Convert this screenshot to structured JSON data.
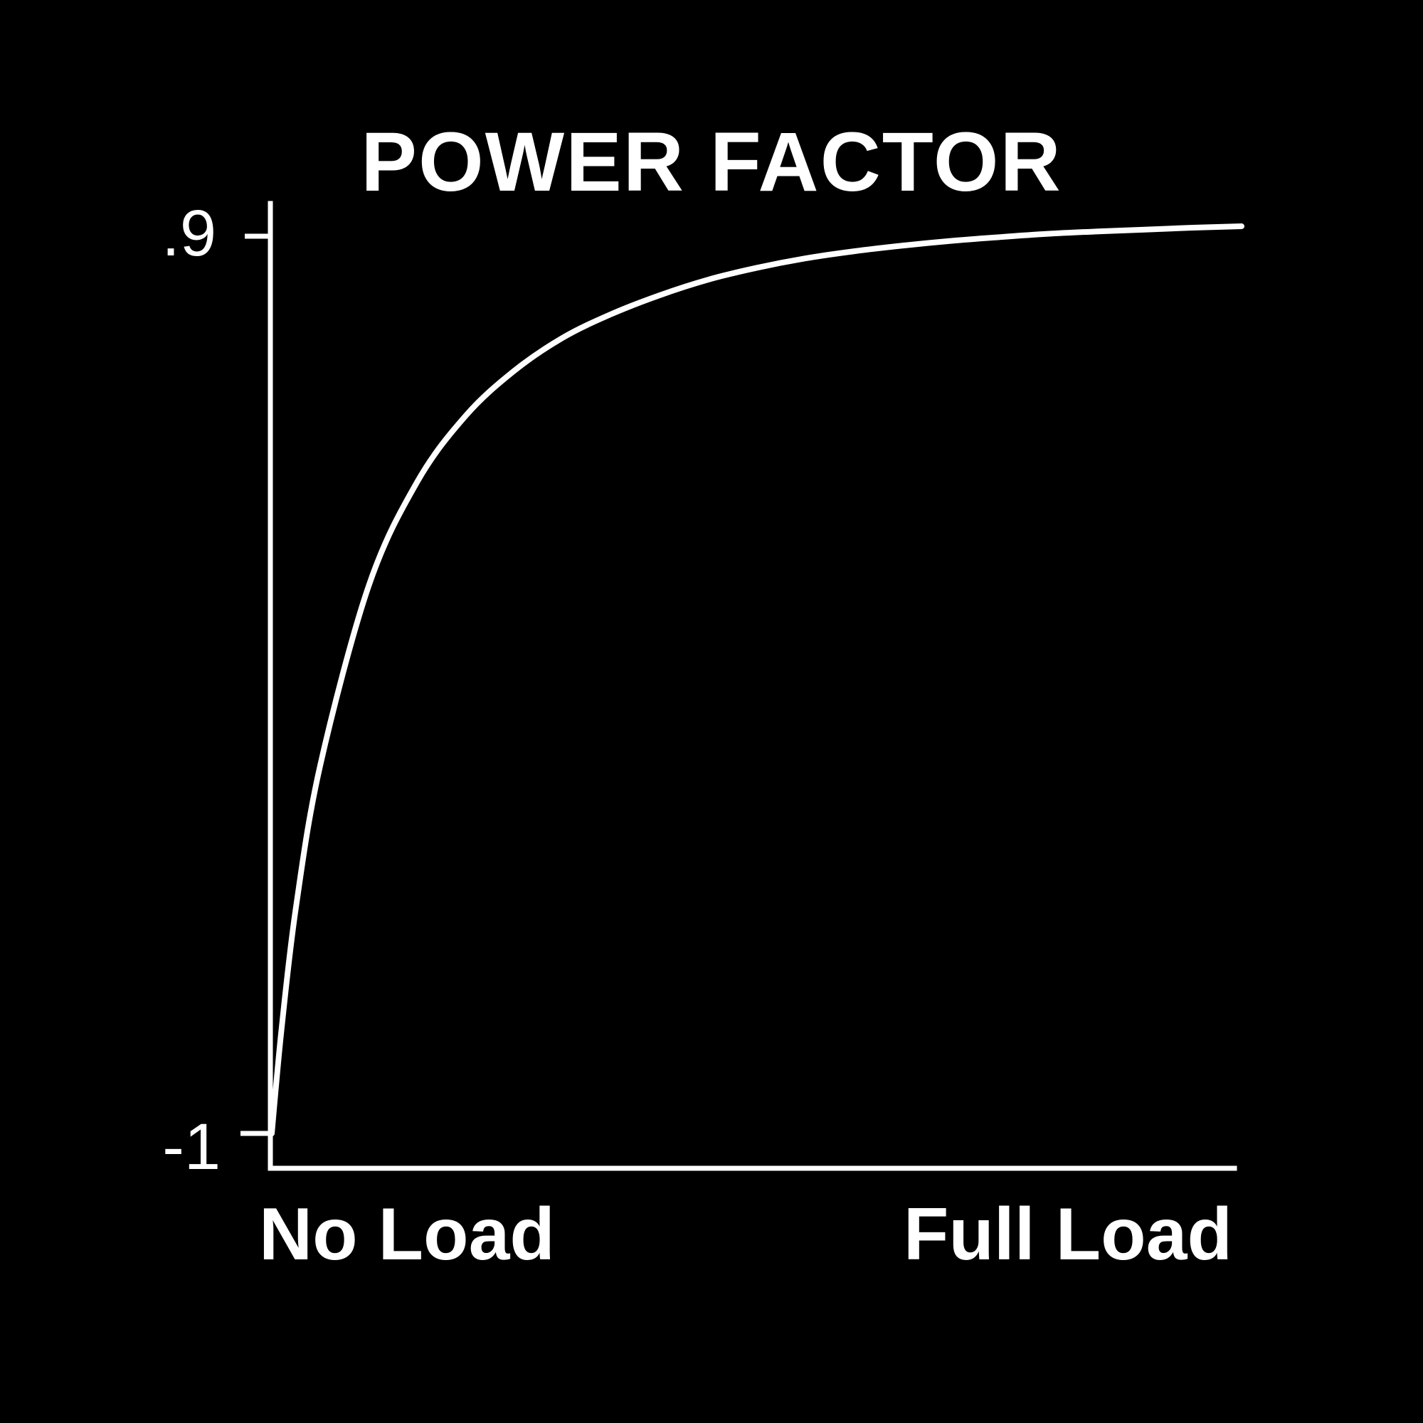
{
  "chart_data": {
    "type": "line",
    "title": "POWER FACTOR",
    "xlabel": "",
    "ylabel": "",
    "x_tick_labels": [
      "No Load",
      "Full Load"
    ],
    "y_tick_labels": [
      ".9",
      "-1"
    ],
    "xlim": [
      0,
      1
    ],
    "ylim": [
      -1,
      0.9
    ],
    "grid": false,
    "legend": "none",
    "colors": {
      "background": "#000000",
      "foreground": "#ffffff"
    },
    "series": [
      {
        "x": [
          0,
          0.01,
          0.025,
          0.05,
          0.1,
          0.15,
          0.2,
          0.25,
          0.3,
          0.35,
          0.4,
          0.45,
          0.5,
          0.55,
          0.6,
          0.65,
          0.7,
          0.75,
          0.8,
          0.85,
          0.9,
          0.95,
          1.0
        ],
        "y": [
          -1.0,
          -0.78,
          -0.52,
          -0.22,
          0.16,
          0.38,
          0.52,
          0.615,
          0.685,
          0.735,
          0.775,
          0.808,
          0.833,
          0.853,
          0.868,
          0.88,
          0.89,
          0.898,
          0.905,
          0.91,
          0.914,
          0.918,
          0.921
        ]
      }
    ]
  }
}
